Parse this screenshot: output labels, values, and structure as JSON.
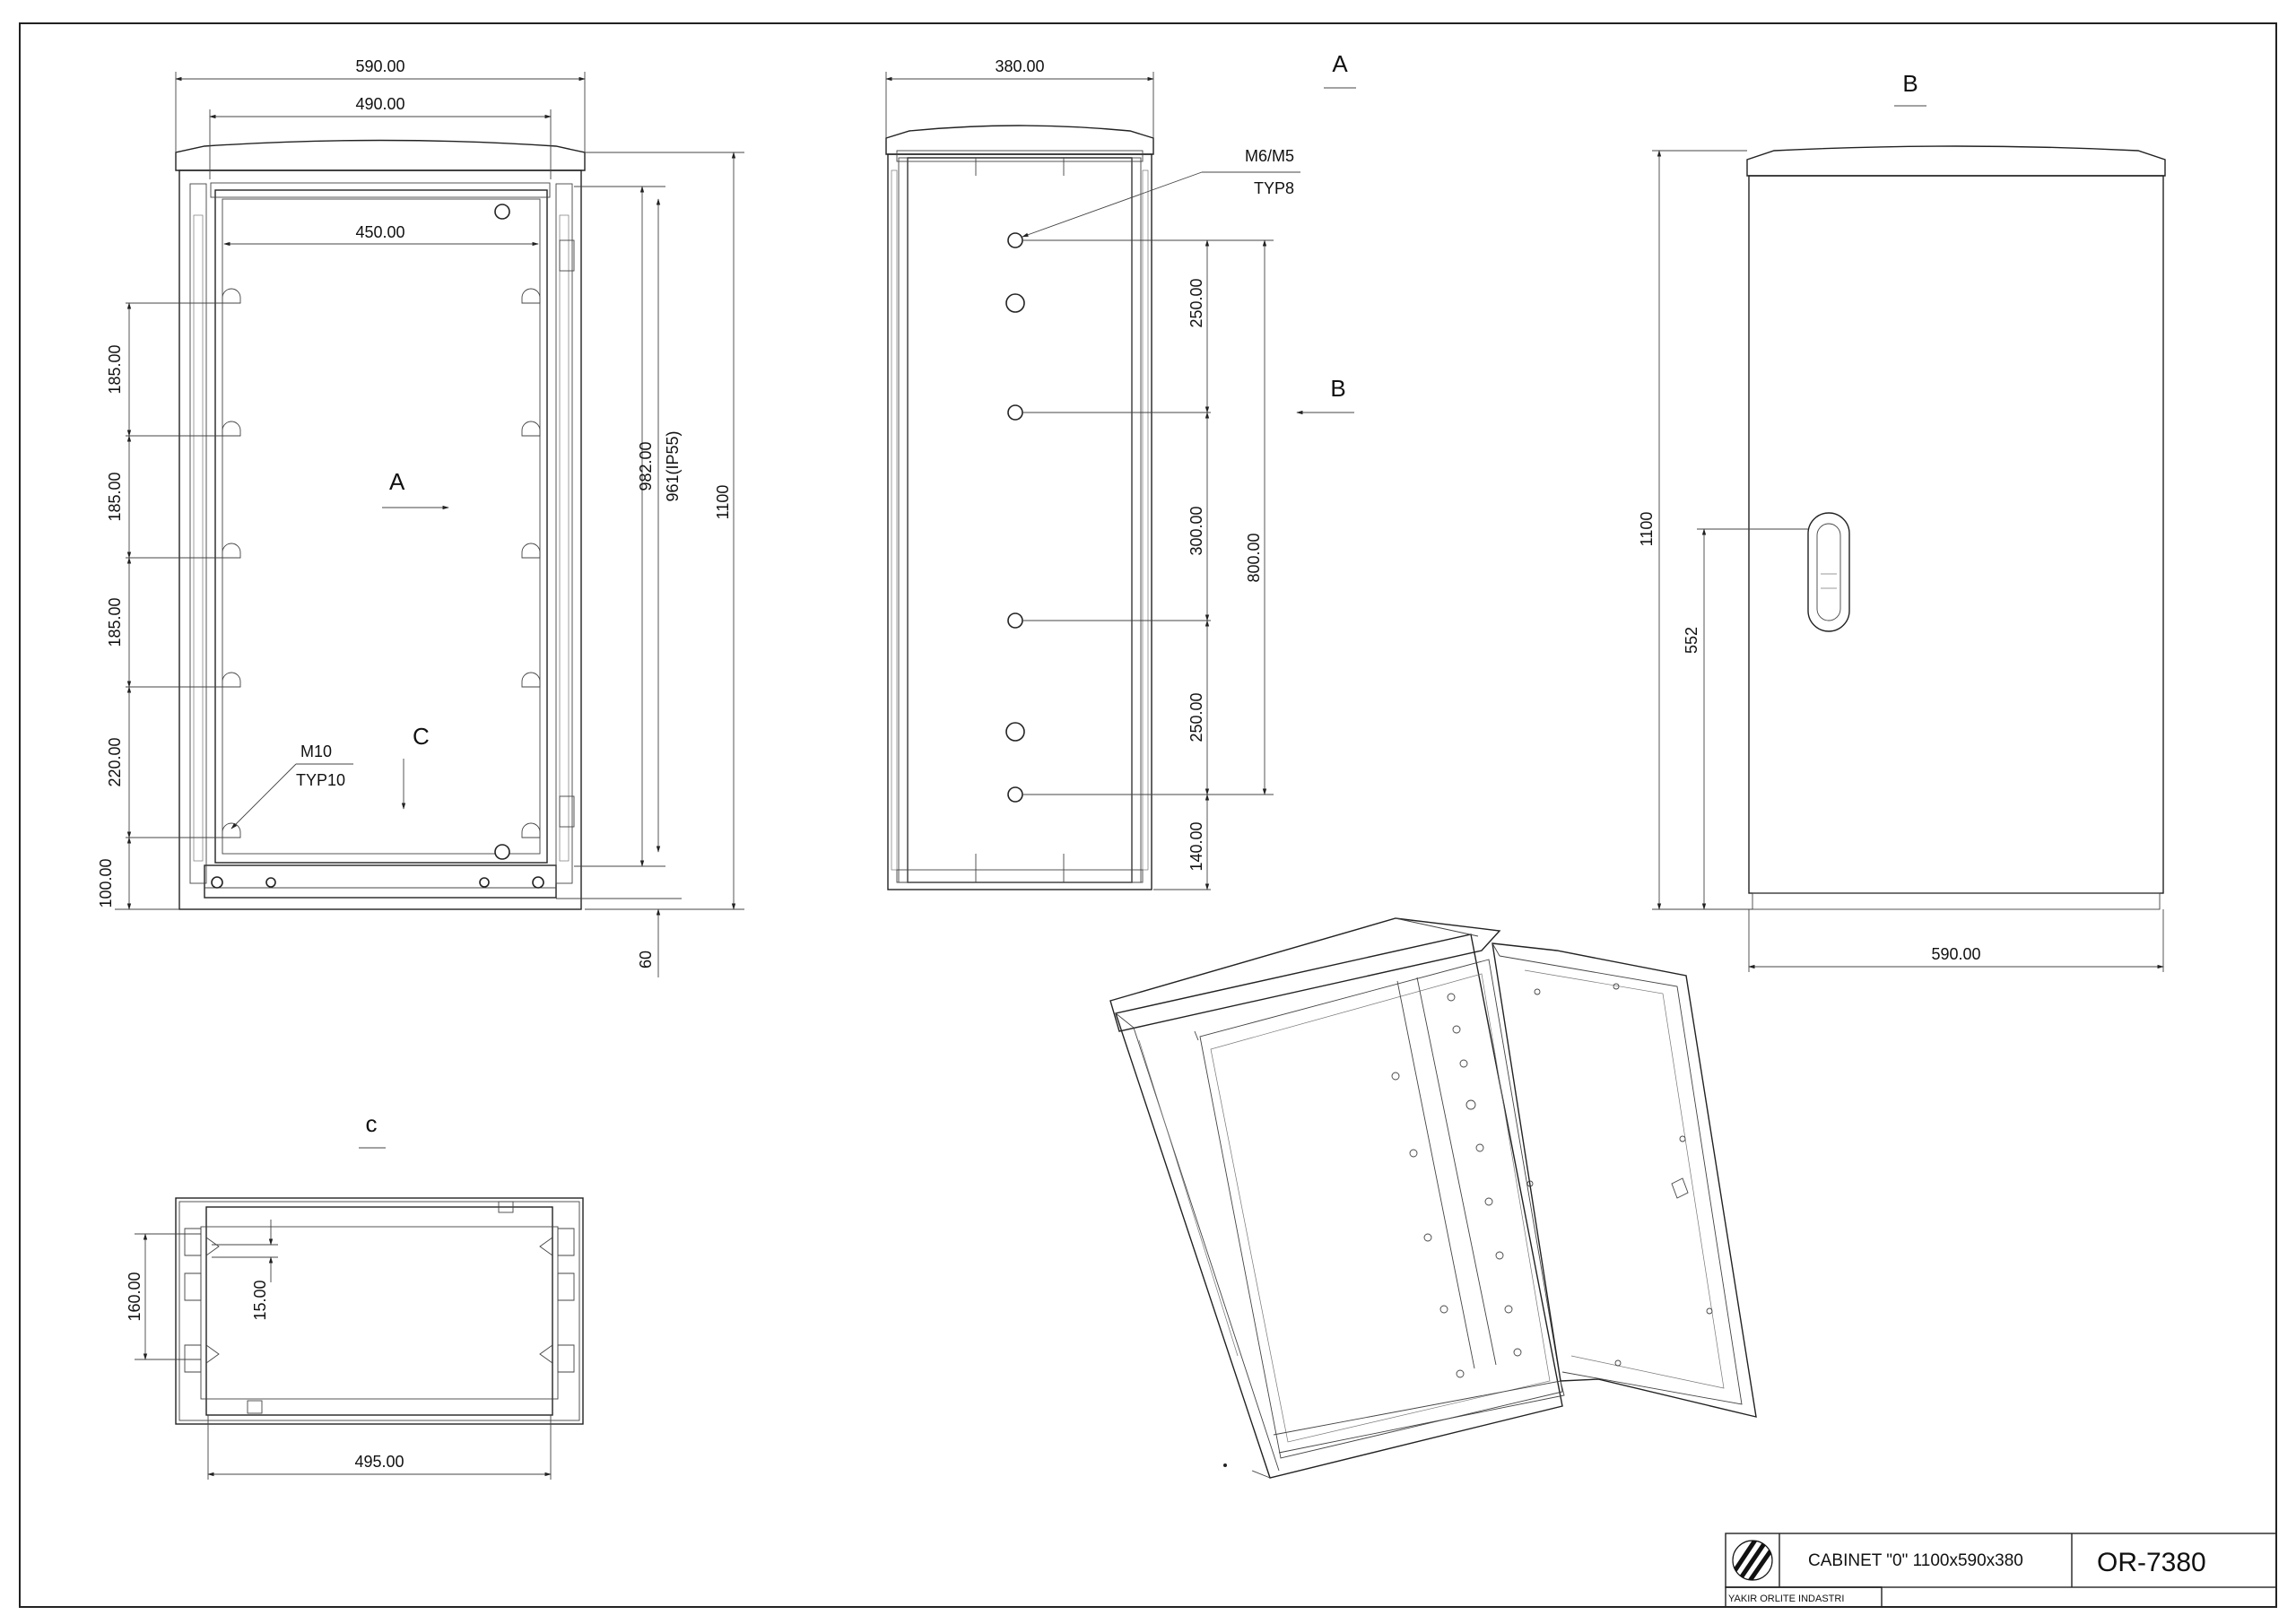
{
  "title_block": {
    "title": "CABINET \"0\" 1100x590x380",
    "code": "OR-7380",
    "company": "YAKIR ORLITE INDASTRI"
  },
  "front_view": {
    "dims": {
      "w_outer": "590.00",
      "w_inner": "490.00",
      "w_mount": "450.00",
      "h_1": "185.00",
      "h_2": "185.00",
      "h_3": "185.00",
      "h_4": "220.00",
      "h_5": "100.00",
      "h_982": "982.00",
      "h_961": "961(IP55)",
      "h_1100": "1100",
      "h_60": "60"
    },
    "note_thread": "M10",
    "note_typ": "TYP10",
    "arrow_a": "A",
    "arrow_c": "C"
  },
  "side_view": {
    "title": "A",
    "dims": {
      "width": "380.00",
      "v_250a": "250.00",
      "v_300": "300.00",
      "v_250b": "250.00",
      "v_140": "140.00",
      "v_800": "800.00"
    },
    "note_thread": "M6/M5",
    "note_typ": "TYP8",
    "arrow_b": "B"
  },
  "rear_view": {
    "title": "B",
    "dims": {
      "height": "1100",
      "handle": "552",
      "width": "590.00"
    }
  },
  "section_c": {
    "title": "c",
    "dims": {
      "h_160": "160.00",
      "h_15": "15.00",
      "w_495": "495.00"
    }
  },
  "colors": {
    "line": "#222222",
    "background": "#ffffff"
  },
  "icons": [
    "company-logo-icon"
  ]
}
